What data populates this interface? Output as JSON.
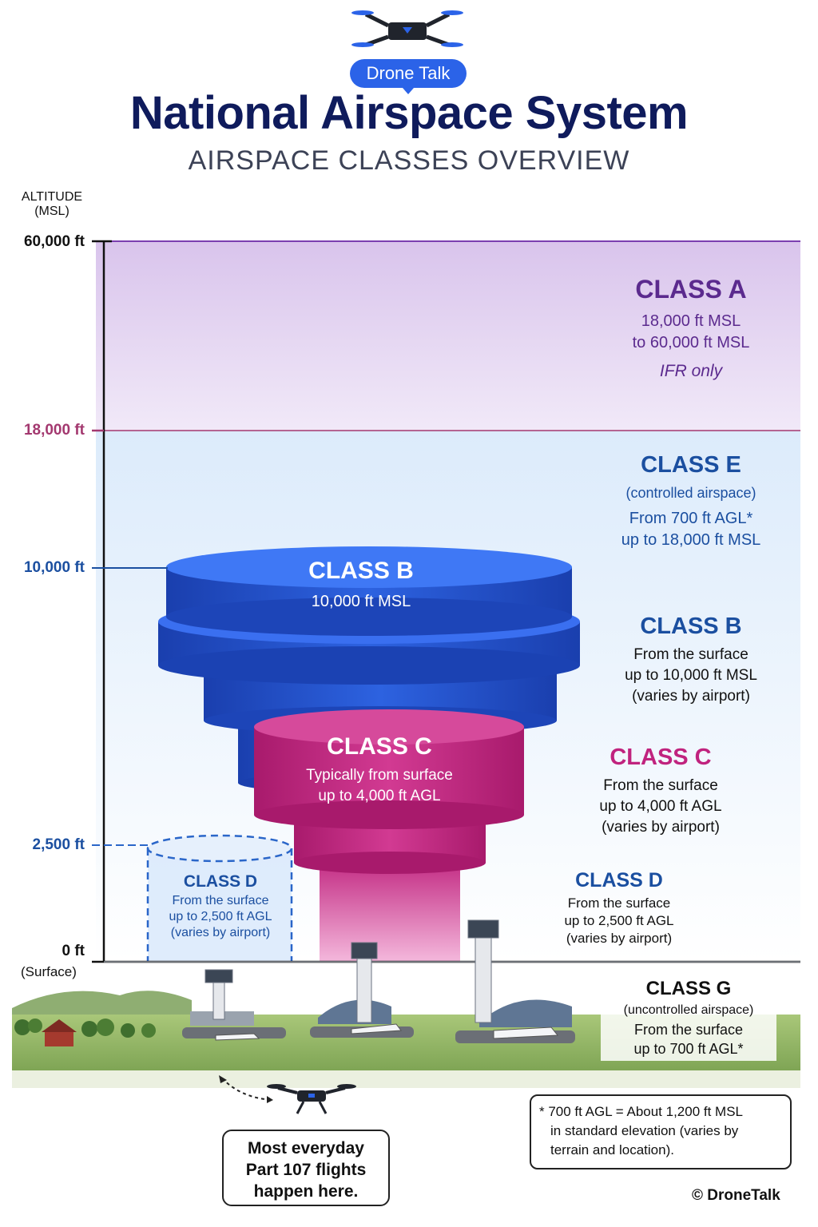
{
  "header": {
    "brand": "Drone Talk",
    "title": "National Airspace System",
    "subtitle": "AIRSPACE CLASSES OVERVIEW"
  },
  "axis": {
    "title_line1": "ALTITUDE",
    "title_line2": "(MSL)",
    "ticks": [
      "60,000 ft",
      "18,000 ft",
      "10,000 ft",
      "2,500 ft",
      "0 ft"
    ],
    "surface_label": "(Surface)"
  },
  "class_a": {
    "name": "CLASS A",
    "line1": "18,000 ft MSL",
    "line2": "to 60,000 ft MSL",
    "note": "IFR only"
  },
  "class_e": {
    "name": "CLASS E",
    "line1": "(controlled airspace)",
    "line2": "From 700 ft AGL*",
    "line3": "up to 18,000 ft MSL"
  },
  "class_b_shape": {
    "name": "CLASS B",
    "line1": "10,000 ft MSL"
  },
  "class_b": {
    "name": "CLASS B",
    "line1": "From the surface",
    "line2": "up to 10,000 ft MSL",
    "line3": "(varies by airport)"
  },
  "class_c_shape": {
    "name": "CLASS C",
    "line1": "Typically from surface",
    "line2": "up to 4,000 ft AGL"
  },
  "class_c": {
    "name": "CLASS C",
    "line1": "From the surface",
    "line2": "up to 4,000 ft AGL",
    "line3": "(varies by airport)"
  },
  "class_d_shape": {
    "name": "CLASS D",
    "line1": "From the surface",
    "line2": "up to 2,500 ft AGL",
    "line3": "(varies by airport)"
  },
  "class_d": {
    "name": "CLASS D",
    "line1": "From the surface",
    "line2": "up to 2,500 ft AGL",
    "line3": "(varies by airport)"
  },
  "class_g": {
    "name": "CLASS G",
    "line1": "(uncontrolled airspace)",
    "line2": "From the surface",
    "line3": "up to 700 ft AGL*"
  },
  "footnote": {
    "line1": "* 700 ft AGL = About 1,200 ft MSL",
    "line2": "in standard elevation (varies by",
    "line3": "terrain and location)."
  },
  "part107": {
    "line1": "Most everyday",
    "line2": "Part 107 flights",
    "line3": "happen here."
  },
  "copyright": "© DroneTalk",
  "colors": {
    "class_a": "#5b2a8e",
    "class_e": "#1b4fa0",
    "class_b": "#1f4fc8",
    "class_c": "#c0237e",
    "class_d": "#2a66c9",
    "title": "#0f1b5c",
    "brand": "#2b63e8"
  }
}
